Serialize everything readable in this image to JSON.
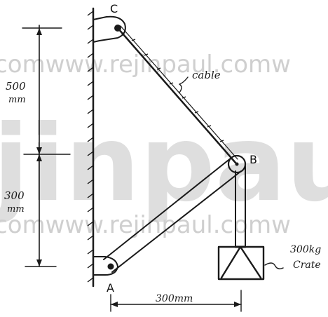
{
  "watermark": {
    "line_top": "comwww.rejinpaul.comw",
    "line_big": "jinpaul",
    "line_bottom": "comwww.rejinpaul.comw"
  },
  "points": {
    "c": "C",
    "b": "B",
    "a": "A"
  },
  "labels": {
    "cable": "cable",
    "dim_upper_value": "500",
    "dim_upper_unit": "mm",
    "dim_lower_value": "300",
    "dim_lower_unit": "mm",
    "dim_horizontal": "300mm",
    "load_mass": "300kg",
    "load_name": "Crate"
  }
}
